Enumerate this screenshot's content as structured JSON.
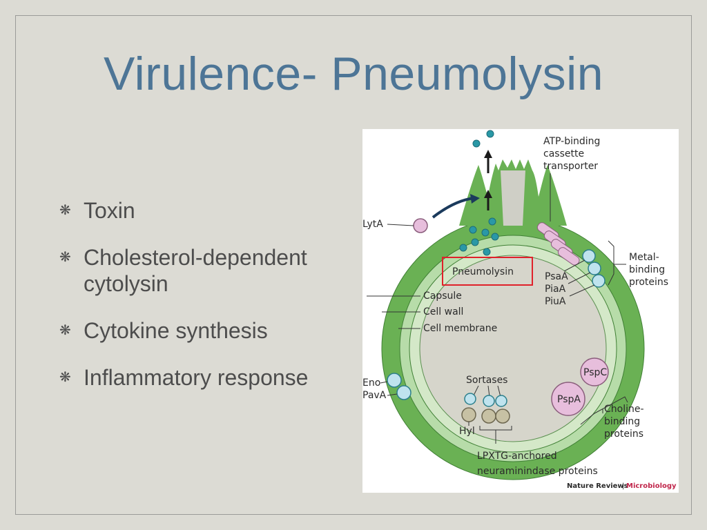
{
  "slide": {
    "title": "Virulence- Pneumolysin",
    "bullets": [
      "Toxin",
      "Cholesterol-dependent cytolysin",
      "Cytokine synthesis",
      "Inflammatory response"
    ]
  },
  "figure": {
    "labels": {
      "abc_1": "ATP-binding",
      "abc_2": "cassette",
      "abc_3": "transporter",
      "lyta": "LytA",
      "pneumolysin": "Pneumolysin",
      "metal_1": "Metal-",
      "metal_2": "binding",
      "metal_3": "proteins",
      "psaa": "PsaA",
      "piaa": "PiaA",
      "piua": "PiuA",
      "capsule": "Capsule",
      "cell_wall": "Cell wall",
      "cell_membrane": "Cell membrane",
      "pspc": "PspC",
      "pspa": "PspA",
      "choline_1": "Choline-",
      "choline_2": "binding",
      "choline_3": "proteins",
      "eno": "Eno",
      "pava": "PavA",
      "sortases": "Sortases",
      "hyl": "Hyl",
      "lpxtg_1": "LPXTG-anchored",
      "lpxtg_2": "neuraminindase proteins",
      "credit_a": "Nature Reviews",
      "credit_sep": "|",
      "credit_b": "Microbiology"
    },
    "colors": {
      "capsule": "#6ab154",
      "wall": "#b7dca9",
      "membrane": "#d4e8c8",
      "cytoplasm": "#d6d5cb",
      "highlight_box": "#e0202a",
      "pink_protein": "#e7bedc",
      "blue_protein": "#bfe3ee",
      "teal_toxin": "#2a98a6",
      "credit_accent": "#c0254a"
    }
  }
}
